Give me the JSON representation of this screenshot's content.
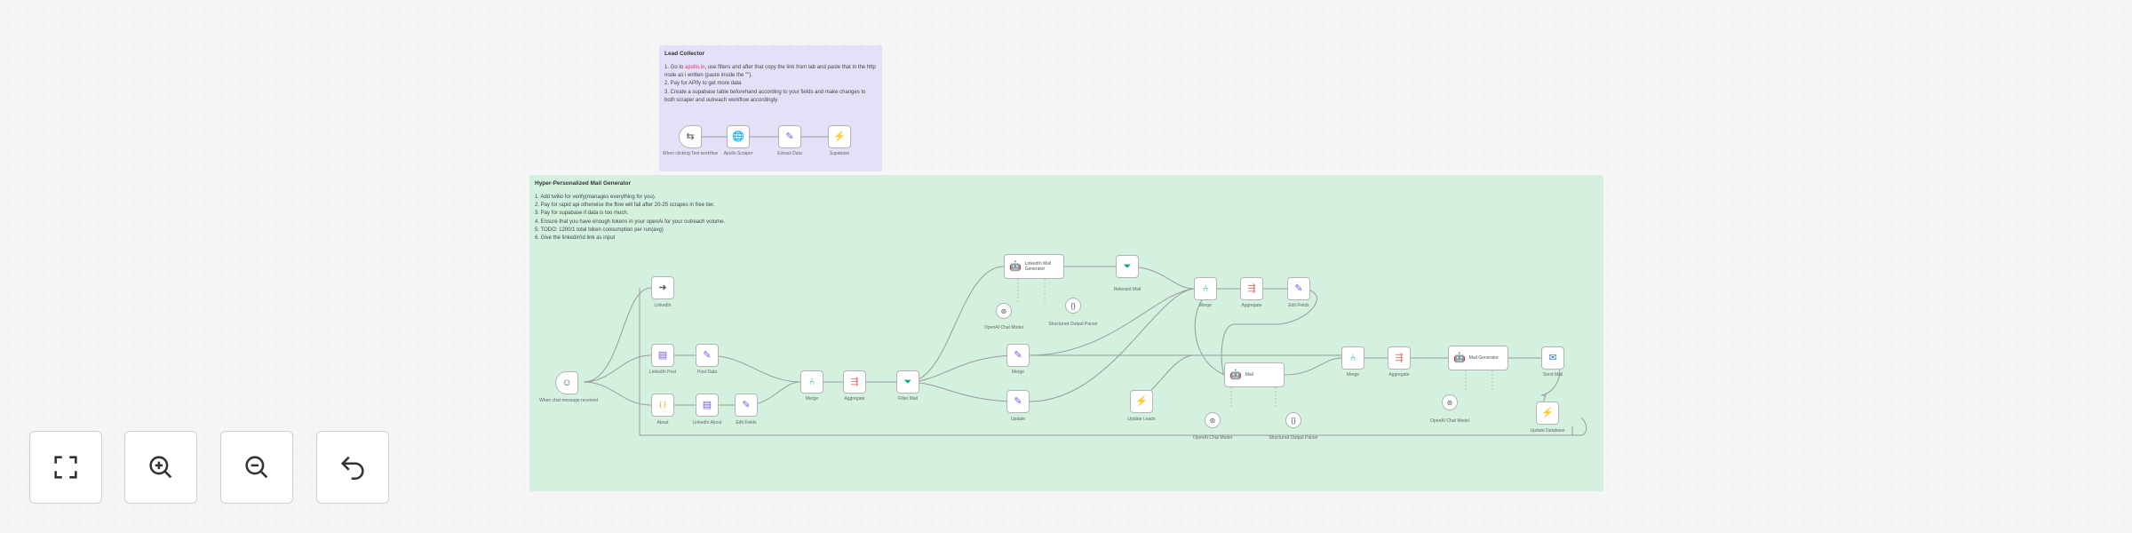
{
  "notes": {
    "lead": {
      "title": "Lead Collector",
      "line1a": "1. Go to ",
      "line1_link": "apollo.io",
      "line1b": ", use filters and after that copy the link from tab and paste that in the http node as i written (paste inside the \"\").",
      "line2": "2. Pay for APify to get more data",
      "line3": "3. Create a supabase table beforehand according to your fields and make changes to both scraper and outreach workflow accordingly."
    },
    "mail": {
      "title": "Hyper-Personalized Mail Generator",
      "lines": [
        "1. Add twilio for verify(manages everything for you).",
        "2. Pay for rapid api otherwise the flow will fail after 20-25 scrapes in free tier.",
        "3. Pay for supabase if data is too much.",
        "4. Ensure that you have enough tokens in your openAi for your outreach volume.",
        "5. TODO: 1200/1 total token consumption per run(avg)",
        "6. Give the linkedin'id link as input"
      ]
    }
  },
  "nodes": [
    {
      "name": "linkedin-trigger",
      "label": "When chat message received",
      "icon": "☺",
      "color": "gray",
      "shape": "trigger"
    },
    {
      "name": "linkedin-node",
      "label": "LinkedIn",
      "icon": "➜",
      "color": "gray"
    },
    {
      "name": "linkedin-post",
      "label": "LinkedIn Post",
      "icon": "▤",
      "color": "purple"
    },
    {
      "name": "set-post-data",
      "label": "Post Data",
      "icon": "✎",
      "color": "purple"
    },
    {
      "name": "about-code",
      "label": "About",
      "icon": "{ }",
      "color": "orange"
    },
    {
      "name": "linkedin-about",
      "label": "LinkedIn About",
      "icon": "▤",
      "color": "purple"
    },
    {
      "name": "edit-about",
      "label": "Edit Fields",
      "icon": "✎",
      "color": "purple"
    },
    {
      "name": "merge-1",
      "label": "Merge",
      "icon": "⑃",
      "color": "teal"
    },
    {
      "name": "aggregate-1",
      "label": "Aggregate",
      "icon": "⇶",
      "color": "red"
    },
    {
      "name": "filter-mail",
      "label": "Filter Mail",
      "icon": "⏷",
      "color": "teal"
    },
    {
      "name": "ai-agent-1",
      "label": "LinkedIn Mail Generator",
      "icon": "🤖",
      "color": "gray",
      "shape": "agent"
    },
    {
      "name": "relevant-mail",
      "label": "Relevant Mail",
      "icon": "⏷",
      "color": "teal"
    },
    {
      "name": "edit-mid",
      "label": "Merge",
      "icon": "✎",
      "color": "purple"
    },
    {
      "name": "edit-bottom",
      "label": "Update",
      "icon": "✎",
      "color": "purple"
    },
    {
      "name": "supabase-1",
      "label": "Update Leads",
      "icon": "⚡",
      "color": "green"
    },
    {
      "name": "merge-2",
      "label": "Merge",
      "icon": "⑃",
      "color": "teal"
    },
    {
      "name": "aggregate-2",
      "label": "Aggregate",
      "icon": "⇶",
      "color": "red"
    },
    {
      "name": "edit-fields-2",
      "label": "Edit Fields",
      "icon": "✎",
      "color": "purple"
    },
    {
      "name": "ai-agent-2",
      "label": "Mail",
      "icon": "🤖",
      "color": "gray",
      "shape": "agent"
    },
    {
      "name": "merge-3",
      "label": "Merge",
      "icon": "⑃",
      "color": "teal"
    },
    {
      "name": "aggregate-3",
      "label": "Aggregate",
      "icon": "⇶",
      "color": "red"
    },
    {
      "name": "ai-agent-3",
      "label": "Mail Generator",
      "icon": "🤖",
      "color": "gray",
      "shape": "agent"
    },
    {
      "name": "send-mail",
      "label": "Send Mail",
      "icon": "✉",
      "color": "blue"
    },
    {
      "name": "supabase-2",
      "label": "Update Database",
      "icon": "⚡",
      "color": "green"
    },
    {
      "name": "lead-trigger",
      "label": "When clicking Test workflow",
      "icon": "⇆",
      "color": "gray",
      "shape": "trigger"
    },
    {
      "name": "lead-http",
      "label": "Apollo Scraper",
      "icon": "🌐",
      "color": "purple"
    },
    {
      "name": "lead-edit",
      "label": "Extract Data",
      "icon": "✎",
      "color": "purple"
    },
    {
      "name": "lead-supabase",
      "label": "Supabase",
      "icon": "⚡",
      "color": "green"
    }
  ],
  "subnodes": [
    {
      "name": "openai-model-1",
      "label": "OpenAI Chat Model",
      "icon": "⊛"
    },
    {
      "name": "parser-1",
      "label": "Structured Output Parser",
      "icon": "{ }"
    },
    {
      "name": "openai-model-2",
      "label": "OpenAI Chat Model",
      "icon": "⊛"
    },
    {
      "name": "parser-2",
      "label": "Structured Output Parser",
      "icon": "{ }"
    },
    {
      "name": "openai-model-3",
      "label": "OpenAI Chat Model",
      "icon": "⊛"
    }
  ],
  "controls": [
    {
      "name": "fit-view-button",
      "icon": "fit-view-icon"
    },
    {
      "name": "zoom-in-button",
      "icon": "zoom-in-icon"
    },
    {
      "name": "zoom-out-button",
      "icon": "zoom-out-icon"
    },
    {
      "name": "undo-button",
      "icon": "undo-icon"
    }
  ],
  "colors": {
    "lead_note": "#e4e0f7",
    "mail_note": "#d4f1df",
    "teal": "#0ea57e",
    "purple": "#6b5bd8",
    "orange": "#e7a10b",
    "red": "#e9716e",
    "green": "#10a37f",
    "blue": "#2f7ce0"
  }
}
